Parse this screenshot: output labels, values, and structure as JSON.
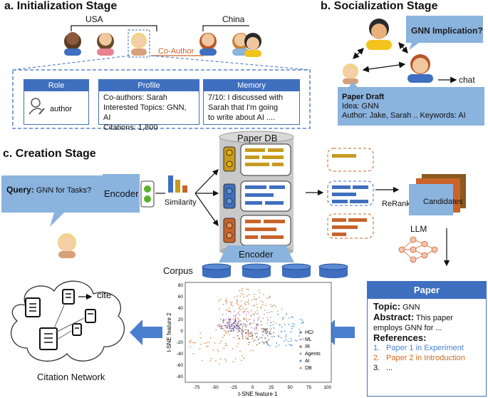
{
  "stages": {
    "init": "a. Initialization Stage",
    "social": "b.  Socialization Stage",
    "creation": "c. Creation Stage"
  },
  "init": {
    "usa": "USA",
    "china": "China",
    "coauthor": "Co-Author",
    "role_title": "Role",
    "role_value": "author",
    "profile_title": "Profile",
    "profile_lines": [
      "Co-authors: Sarah",
      "Interested Topics: GNN, AI",
      "Citations: 1,800"
    ],
    "memory_title": "Memory",
    "memory_lines": [
      "7/10: I discussed with",
      "Sarah that I'm going",
      "to write about AI ...."
    ]
  },
  "social": {
    "bubble": "GNN Implication?",
    "chat": "chat",
    "draft_title": "Paper Draft",
    "draft_idea": "Idea: GNN",
    "draft_author": "Author: Jake, Sarah ..  Keywords: AI"
  },
  "creation": {
    "query_label": "Query:",
    "query_text": " GNN for Tasks?",
    "encoder_left": "Encoder",
    "similarity": "Similarity",
    "paper_db": "Paper DB",
    "encoder_bottom": "Encoder",
    "corpus": "Corpus",
    "rerank": "ReRank",
    "candidates": "Candidates",
    "llm": "LLM"
  },
  "paper": {
    "title": "Paper",
    "topic_label": "Topic:",
    "topic_value": " GNN",
    "abstract_label": "Abstract:",
    "abstract_value": " This paper",
    "abstract_value2": "employs GNN for ...",
    "refs_label": "References:",
    "refs": [
      {
        "num": "1.",
        "text": "Paper 1 in Experiment",
        "color": "#4a7fd0"
      },
      {
        "num": "2.",
        "text": "Paper 2 in Introduction",
        "color": "#d06a1e"
      },
      {
        "num": "3.",
        "text": "...",
        "color": "#111111"
      }
    ]
  },
  "citation": {
    "cite": "cite",
    "label": "Citation Network"
  },
  "tsne": {
    "xlabel": "t-SNE feature 1",
    "ylabel": "t-SNE feature 2",
    "xticks": [
      "-75",
      "-50",
      "-25",
      "0",
      "25",
      "50",
      "75",
      "100"
    ],
    "yticks": [
      "80",
      "60",
      "40",
      "20",
      "0",
      "-20",
      "-40",
      "-60",
      "-80"
    ],
    "legend": [
      {
        "name": "HCI",
        "color": "#7a5f9a"
      },
      {
        "name": "ML",
        "color": "#cfa4d8"
      },
      {
        "name": "IR",
        "color": "#8c6b5a"
      },
      {
        "name": "Agents",
        "color": "#b0a890"
      },
      {
        "name": "AI",
        "color": "#5b9bd5"
      },
      {
        "name": "DB",
        "color": "#e8925a"
      }
    ]
  },
  "colors": {
    "blue": "#3f6fbf",
    "orange": "#c8632a",
    "gold": "#c89a1e",
    "gray": "#9a9a9a",
    "arrow_blue": "#4a7fd0"
  }
}
